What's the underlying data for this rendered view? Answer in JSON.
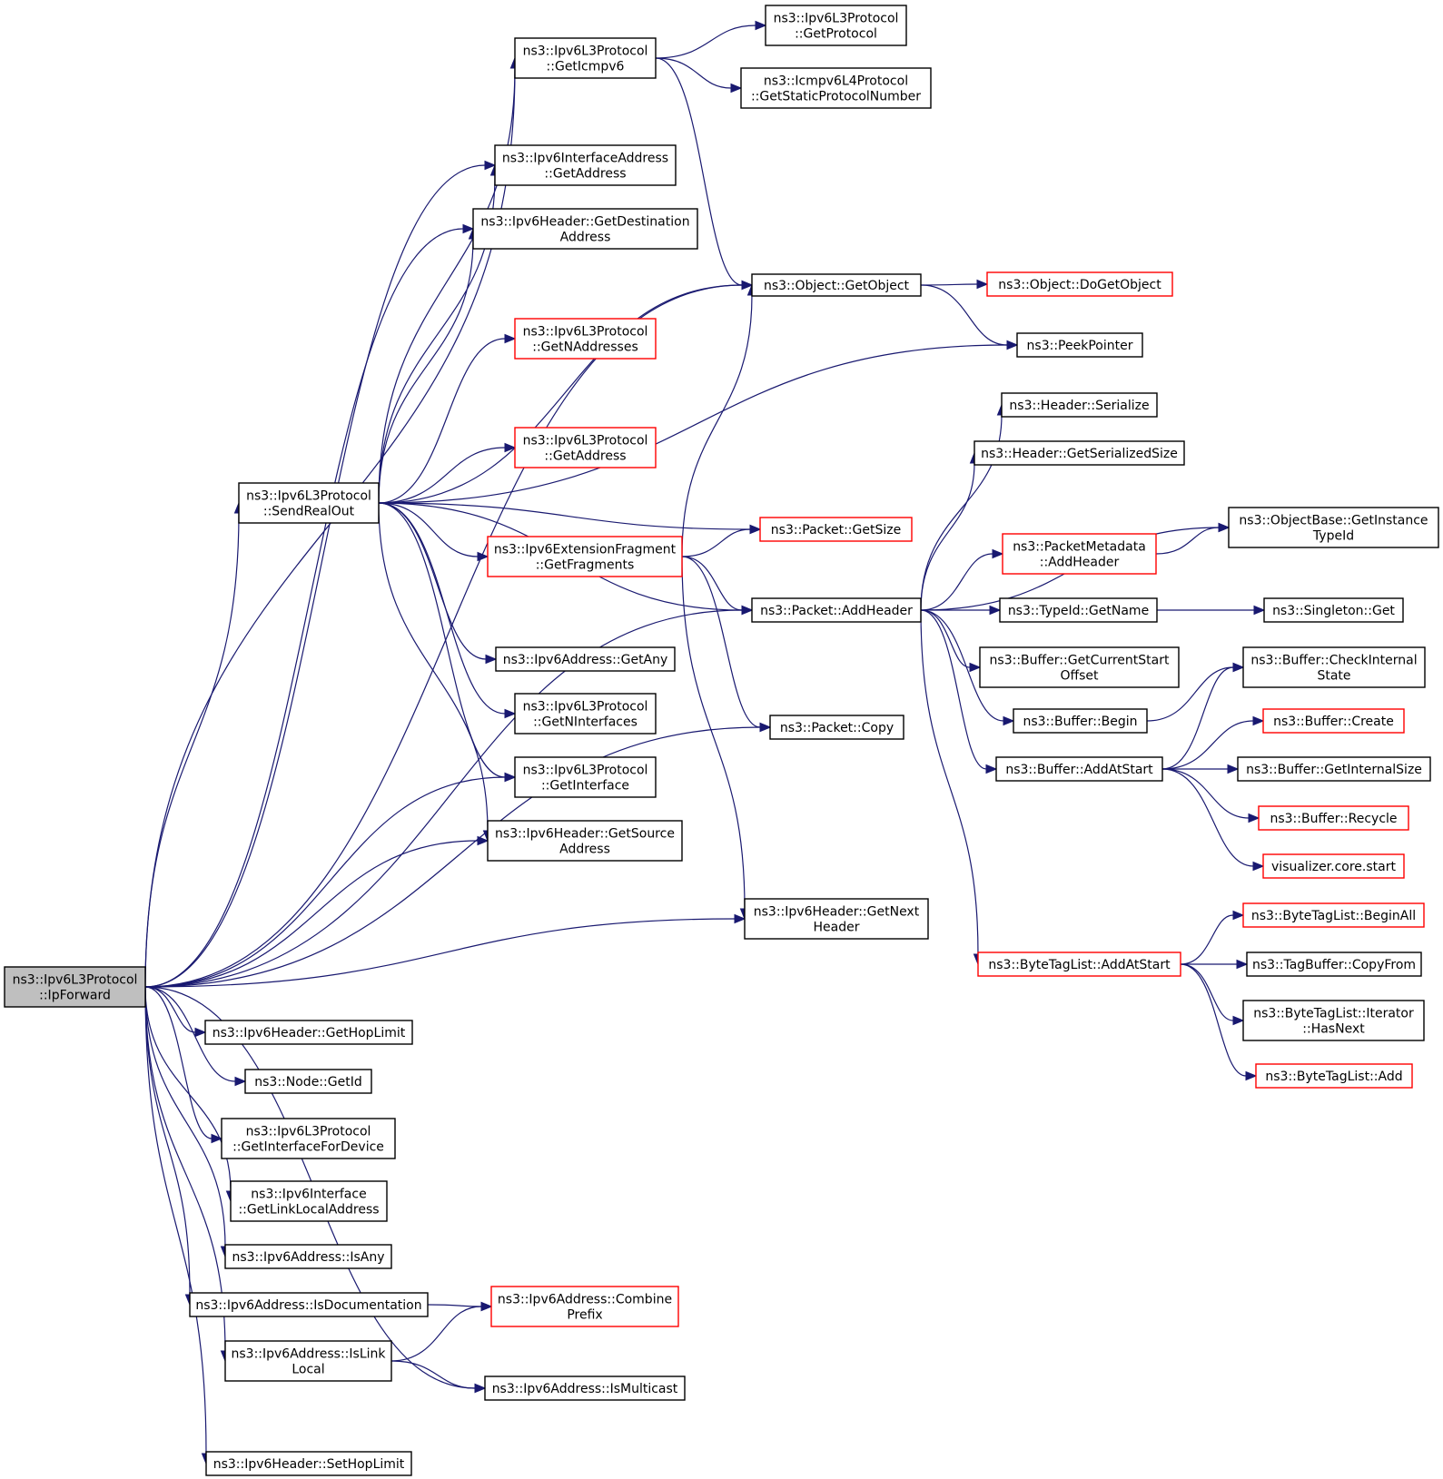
{
  "colors": {
    "edge": "#191970",
    "border": "#000000",
    "highlight_border": "#ff0000",
    "root_fill": "#bfbfbf"
  },
  "nodes": {
    "ipforward": [
      "ns3::Ipv6L3Protocol",
      "::IpForward"
    ],
    "sendrealout": [
      "ns3::Ipv6L3Protocol",
      "::SendRealOut"
    ],
    "geticmpv6": [
      "ns3::Ipv6L3Protocol",
      "::GetIcmpv6"
    ],
    "l3_getprotocol": [
      "ns3::Ipv6L3Protocol",
      "::GetProtocol"
    ],
    "getstaticprotocolnumber": [
      "ns3::Icmpv6L4Protocol",
      "::GetStaticProtocolNumber"
    ],
    "ifaddr_getaddress": [
      "ns3::Ipv6InterfaceAddress",
      "::GetAddress"
    ],
    "getdestinationaddress": [
      "ns3::Ipv6Header::GetDestination",
      "Address"
    ],
    "getobject": [
      "ns3::Object::GetObject"
    ],
    "dogetobject": [
      "ns3::Object::DoGetObject"
    ],
    "peekpointer": [
      "ns3::PeekPointer"
    ],
    "getnaddresses": [
      "ns3::Ipv6L3Protocol",
      "::GetNAddresses"
    ],
    "l3_getaddress": [
      "ns3::Ipv6L3Protocol",
      "::GetAddress"
    ],
    "header_serialize": [
      "ns3::Header::Serialize"
    ],
    "header_getserializedsize": [
      "ns3::Header::GetSerializedSize"
    ],
    "packet_getsize": [
      "ns3::Packet::GetSize"
    ],
    "getfragments": [
      "ns3::Ipv6ExtensionFragment",
      "::GetFragments"
    ],
    "getinstancetypeid": [
      "ns3::ObjectBase::GetInstance",
      "TypeId"
    ],
    "pm_addheader": [
      "ns3::PacketMetadata",
      "::AddHeader"
    ],
    "packet_addheader": [
      "ns3::Packet::AddHeader"
    ],
    "typeid_getname": [
      "ns3::TypeId::GetName"
    ],
    "singleton_get": [
      "ns3::Singleton::Get"
    ],
    "getany": [
      "ns3::Ipv6Address::GetAny"
    ],
    "getcurrentstartoffset": [
      "ns3::Buffer::GetCurrentStart",
      "Offset"
    ],
    "checkinternalstate": [
      "ns3::Buffer::CheckInternal",
      "State"
    ],
    "getninterfaces": [
      "ns3::Ipv6L3Protocol",
      "::GetNInterfaces"
    ],
    "buffer_begin": [
      "ns3::Buffer::Begin"
    ],
    "packet_copy": [
      "ns3::Packet::Copy"
    ],
    "buffer_create": [
      "ns3::Buffer::Create"
    ],
    "getinterface": [
      "ns3::Ipv6L3Protocol",
      "::GetInterface"
    ],
    "buffer_addatstart": [
      "ns3::Buffer::AddAtStart"
    ],
    "getinternalsize": [
      "ns3::Buffer::GetInternalSize"
    ],
    "buffer_recycle": [
      "ns3::Buffer::Recycle"
    ],
    "getsourceaddress": [
      "ns3::Ipv6Header::GetSource",
      "Address"
    ],
    "visualizer_start": [
      "visualizer.core.start"
    ],
    "getnextheader": [
      "ns3::Ipv6Header::GetNext",
      "Header"
    ],
    "btl_beginall": [
      "ns3::ByteTagList::BeginAll"
    ],
    "btl_addatstart": [
      "ns3::ByteTagList::AddAtStart"
    ],
    "tagbuffer_copyfrom": [
      "ns3::TagBuffer::CopyFrom"
    ],
    "btl_iterator_hasnext": [
      "ns3::ByteTagList::Iterator",
      "::HasNext"
    ],
    "gethoplimit": [
      "ns3::Ipv6Header::GetHopLimit"
    ],
    "btl_add": [
      "ns3::ByteTagList::Add"
    ],
    "node_getid": [
      "ns3::Node::GetId"
    ],
    "getinterfacefordevice": [
      "ns3::Ipv6L3Protocol",
      "::GetInterfaceForDevice"
    ],
    "getlinklocaladdress": [
      "ns3::Ipv6Interface",
      "::GetLinkLocalAddress"
    ],
    "isany": [
      "ns3::Ipv6Address::IsAny"
    ],
    "isdocumentation": [
      "ns3::Ipv6Address::IsDocumentation"
    ],
    "combineprefix": [
      "ns3::Ipv6Address::Combine",
      "Prefix"
    ],
    "islinklocal": [
      "ns3::Ipv6Address::IsLink",
      "Local"
    ],
    "ismulticast": [
      "ns3::Ipv6Address::IsMulticast"
    ],
    "sethoplimit": [
      "ns3::Ipv6Header::SetHopLimit"
    ]
  },
  "red_nodes": [
    "dogetobject",
    "getnaddresses",
    "l3_getaddress",
    "packet_getsize",
    "getfragments",
    "pm_addheader",
    "buffer_create",
    "buffer_recycle",
    "visualizer_start",
    "btl_beginall",
    "btl_addatstart",
    "btl_add",
    "combineprefix"
  ],
  "root_node": "ipforward",
  "edges": [
    [
      "ipforward",
      "geticmpv6"
    ],
    [
      "ipforward",
      "getobject"
    ],
    [
      "ipforward",
      "ifaddr_getaddress"
    ],
    [
      "ipforward",
      "getdestinationaddress"
    ],
    [
      "ipforward",
      "sendrealout"
    ],
    [
      "ipforward",
      "packet_addheader"
    ],
    [
      "ipforward",
      "packet_copy"
    ],
    [
      "ipforward",
      "getnextheader"
    ],
    [
      "ipforward",
      "getinterface"
    ],
    [
      "ipforward",
      "getsourceaddress"
    ],
    [
      "ipforward",
      "gethoplimit"
    ],
    [
      "ipforward",
      "node_getid"
    ],
    [
      "ipforward",
      "getinterfacefordevice"
    ],
    [
      "ipforward",
      "getlinklocaladdress"
    ],
    [
      "ipforward",
      "isany"
    ],
    [
      "ipforward",
      "isdocumentation"
    ],
    [
      "ipforward",
      "islinklocal"
    ],
    [
      "ipforward",
      "ismulticast"
    ],
    [
      "ipforward",
      "sethoplimit"
    ],
    [
      "sendrealout",
      "geticmpv6"
    ],
    [
      "sendrealout",
      "ifaddr_getaddress"
    ],
    [
      "sendrealout",
      "getdestinationaddress"
    ],
    [
      "sendrealout",
      "getobject"
    ],
    [
      "sendrealout",
      "getnaddresses"
    ],
    [
      "sendrealout",
      "peekpointer"
    ],
    [
      "sendrealout",
      "l3_getaddress"
    ],
    [
      "sendrealout",
      "packet_getsize"
    ],
    [
      "sendrealout",
      "getfragments"
    ],
    [
      "sendrealout",
      "packet_addheader"
    ],
    [
      "sendrealout",
      "getany"
    ],
    [
      "sendrealout",
      "getninterfaces"
    ],
    [
      "sendrealout",
      "getinterface"
    ],
    [
      "sendrealout",
      "getsourceaddress"
    ],
    [
      "geticmpv6",
      "l3_getprotocol"
    ],
    [
      "geticmpv6",
      "getstaticprotocolnumber"
    ],
    [
      "geticmpv6",
      "getobject"
    ],
    [
      "getobject",
      "dogetobject"
    ],
    [
      "getobject",
      "peekpointer"
    ],
    [
      "getfragments",
      "getobject"
    ],
    [
      "getfragments",
      "packet_getsize"
    ],
    [
      "getfragments",
      "packet_addheader"
    ],
    [
      "getfragments",
      "packet_copy"
    ],
    [
      "getfragments",
      "getnextheader"
    ],
    [
      "packet_addheader",
      "header_serialize"
    ],
    [
      "packet_addheader",
      "header_getserializedsize"
    ],
    [
      "packet_addheader",
      "getinstancetypeid"
    ],
    [
      "packet_addheader",
      "pm_addheader"
    ],
    [
      "packet_addheader",
      "typeid_getname"
    ],
    [
      "packet_addheader",
      "getcurrentstartoffset"
    ],
    [
      "packet_addheader",
      "buffer_begin"
    ],
    [
      "packet_addheader",
      "buffer_addatstart"
    ],
    [
      "packet_addheader",
      "btl_addatstart"
    ],
    [
      "pm_addheader",
      "getinstancetypeid"
    ],
    [
      "typeid_getname",
      "singleton_get"
    ],
    [
      "buffer_begin",
      "checkinternalstate"
    ],
    [
      "buffer_addatstart",
      "checkinternalstate"
    ],
    [
      "buffer_addatstart",
      "buffer_create"
    ],
    [
      "buffer_addatstart",
      "getinternalsize"
    ],
    [
      "buffer_addatstart",
      "buffer_recycle"
    ],
    [
      "buffer_addatstart",
      "visualizer_start"
    ],
    [
      "btl_addatstart",
      "btl_beginall"
    ],
    [
      "btl_addatstart",
      "tagbuffer_copyfrom"
    ],
    [
      "btl_addatstart",
      "btl_iterator_hasnext"
    ],
    [
      "btl_addatstart",
      "btl_add"
    ],
    [
      "isdocumentation",
      "combineprefix"
    ],
    [
      "islinklocal",
      "combineprefix"
    ],
    [
      "islinklocal",
      "ismulticast"
    ]
  ]
}
